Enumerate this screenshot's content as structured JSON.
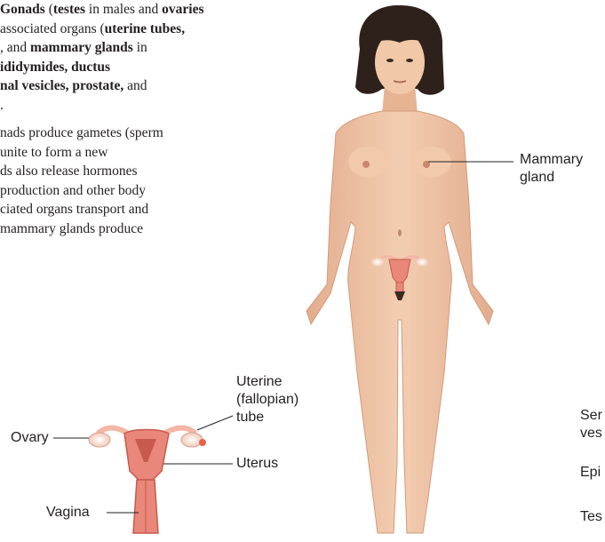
{
  "text": {
    "p1_l1_a": "Gonads",
    "p1_l1_b": " (",
    "p1_l1_c": "testes",
    "p1_l1_d": " in males and ",
    "p1_l1_e": "ovaries",
    "p1_l2_a": " associated organs (",
    "p1_l2_b": "uterine tubes,",
    "p1_l3_a": ", and ",
    "p1_l3_b": "mammary glands",
    "p1_l3_c": " in",
    "p1_l4": "ididymides, ductus",
    "p1_l5_a": "nal vesicles, prostate,",
    "p1_l5_b": " and",
    "p1_l6": ".",
    "p2_l1": "nads produce gametes (sperm",
    "p2_l2": " unite to form a new",
    "p2_l3": "ds also release hormones",
    "p2_l4": "production and other body",
    "p2_l5": "ciated organs transport and",
    "p2_l6": "mammary glands produce"
  },
  "labels": {
    "mammary_l1": "Mammary",
    "mammary_l2": "gland",
    "uterine_l1": "Uterine",
    "uterine_l2": "(fallopian)",
    "uterine_l3": "tube",
    "ovary": "Ovary",
    "uterus": "Uterus",
    "vagina": "Vagina",
    "seminal_l1": "Ser",
    "seminal_l2": "ves",
    "epididymis": "Epi",
    "testis": "Tes"
  },
  "colors": {
    "skin": "#f0c5a6",
    "skin_shadow": "#d9a283",
    "hair": "#2e211b",
    "organ": "#e9877a",
    "organ_dark": "#c75a4c",
    "ovary": "#f2c4b5",
    "tube": "#f3b6a7"
  }
}
